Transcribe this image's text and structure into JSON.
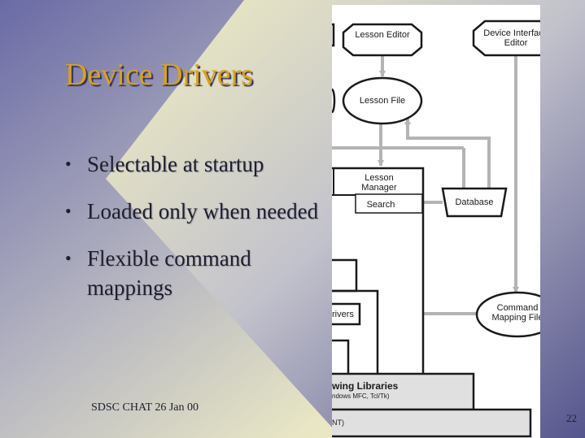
{
  "slide": {
    "title": "Device Drivers",
    "bullets": [
      "Selectable at startup",
      "Loaded only when needed",
      "Flexible command mappings"
    ],
    "footer": "SDSC CHAT 26 Jan 00",
    "page_number": "22"
  },
  "diagram": {
    "lesson_editor": "Lesson Editor",
    "device_interface_editor_line1": "Device Interface",
    "device_interface_editor_line2": "Editor",
    "lesson_file": "Lesson File",
    "lesson_manager_line1": "Lesson",
    "lesson_manager_line2": "Manager",
    "search": "Search",
    "database": "Database",
    "drivers": "rivers",
    "command_mapping_file_line1": "Command",
    "command_mapping_file_line2": "Mapping File",
    "drawing_libraries": "wing Libraries",
    "drawing_libraries_sub": "ndows MFC, Tcl/Tk)",
    "os_label": "NT)"
  },
  "colors": {
    "title": "#d9a21b",
    "background_light": "#f3f0c4",
    "background_dark": "#5e5e99",
    "diagram_background": "#ffffff",
    "arrow": "#b4b4b4"
  }
}
